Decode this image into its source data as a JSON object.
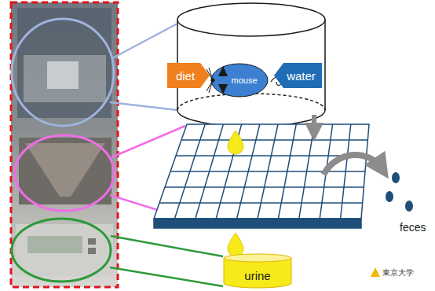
{
  "diagram": {
    "nodes": [
      {
        "text": [
          "diet"
        ]
      },
      {
        "text": [
          "mouse"
        ]
      },
      {
        "text": [
          "water"
        ]
      },
      {
        "text": [
          "urine"
        ]
      }
    ],
    "labels": [
      "feces",
      "東京大学"
    ]
  }
}
